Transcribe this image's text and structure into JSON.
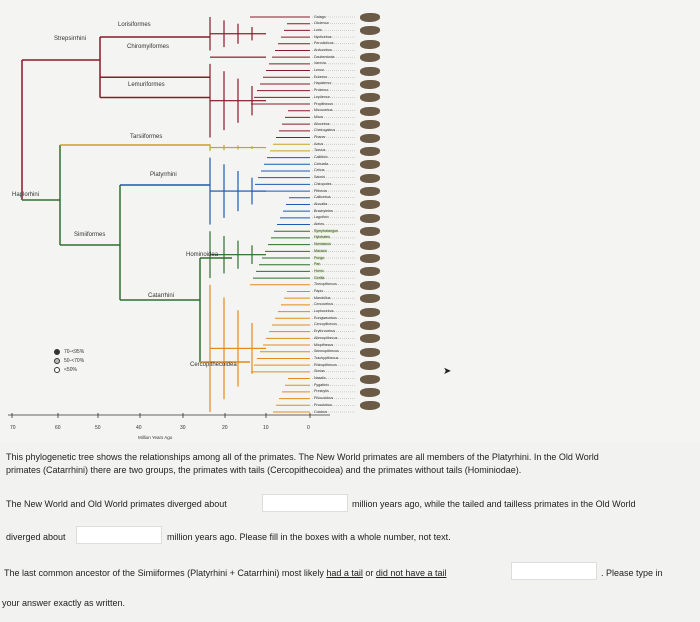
{
  "clades": {
    "lorisiformes": "Lorisiformes",
    "strepsirrhini": "Strepsirrhini",
    "chiromyiformes": "Chiromyiformes",
    "lemuriformes": "Lemuriformes",
    "haplorhini": "Haplorhini",
    "tarsiiformes": "Tarsiiformes",
    "platyrrhini": "Platyrrhini",
    "simiiformes": "Simiiformes",
    "hominoidea": "Hominoidea",
    "catarrhini": "Catarrhini",
    "cercopithecoidea": "Cercopithecoidea"
  },
  "legend": [
    {
      "label": "70-<95%",
      "style": "filled"
    },
    {
      "label": "50-<70%",
      "style": "gray"
    },
    {
      "label": "<50%",
      "style": "empty"
    }
  ],
  "axis": {
    "title": "Million Years Ago",
    "ticks": [
      "70",
      "60",
      "50",
      "40",
      "30",
      "20",
      "10",
      "0"
    ]
  },
  "tips": [
    "Galago",
    "Otolemur",
    "Loris",
    "Nycticebus",
    "Perodicticus",
    "Arctocebus",
    "Daubentonia",
    "Varecia",
    "Lemur",
    "Eulemur",
    "Hapalemur",
    "Prolemur",
    "Lepilemur",
    "Propithecus",
    "Microcebus",
    "Mirza",
    "Allocebus",
    "Cheirogaleus",
    "Phaner",
    "Aotus",
    "Tarsius",
    "Callithrix",
    "Cebuella",
    "Cebus",
    "Saimiri",
    "Chiropotes",
    "Pithecia",
    "Callicebus",
    "Alouatta",
    "Brachyteles",
    "Lagothrix",
    "Ateles",
    "Symphalangus",
    "Hylobates",
    "Nomascus",
    "Macaca",
    "Pongo",
    "Pan",
    "Homo",
    "Gorilla",
    "Theropithecus",
    "Papio",
    "Mandrillus",
    "Cercocebus",
    "Lophocebus",
    "Rungwecebus",
    "Cercopithecus",
    "Erythrocebus",
    "Allenopithecus",
    "Miopithecus",
    "Semnopithecus",
    "Trachypithecus",
    "Rhinopithecus",
    "Simias",
    "Nasalis",
    "Pygathrix",
    "Presbytis",
    "Piliocolobus",
    "Procolobus",
    "Colobus"
  ],
  "colors": {
    "strepsirrhini_branch": "#8a1a2a",
    "haplorhini_branch": "#2e6e2e",
    "tarsiiformes_branch": "#c9a227",
    "platyrrhini_branch": "#1c5ab4",
    "hominoidea_branch": "#2e6e2e",
    "cercopithecoidea_branch": "#e58a1a",
    "tip_green": "#3a9a3a"
  },
  "text": {
    "paragraph_line1": "This phylogenetic tree shows the relationships among all of the primates. The New World primates are all members of the Platyrhini. In the Old World",
    "paragraph_line2": "primates (Catarrhini) there are two groups, the primates with tails (Cercopithecoidea) and the primates without tails (Hominiodae).",
    "q1_part1": "The New World and Old World primates diverged about",
    "q1_part2": "million years ago, while the tailed and tailless primates in the Old World",
    "q1_part3": "diverged about",
    "q1_part4": "million years ago. Please fill in the boxes with a whole number, not text.",
    "q2_part1": "The last common ancestor of the Simiiformes (Platyrhini + Catarrhini) most likely ",
    "q2_option1": "had a tail",
    "q2_or": " or ",
    "q2_option2": "did not have a tail",
    "q2_part2": ". Please type in",
    "q2_part3": "your answer exactly as written."
  }
}
